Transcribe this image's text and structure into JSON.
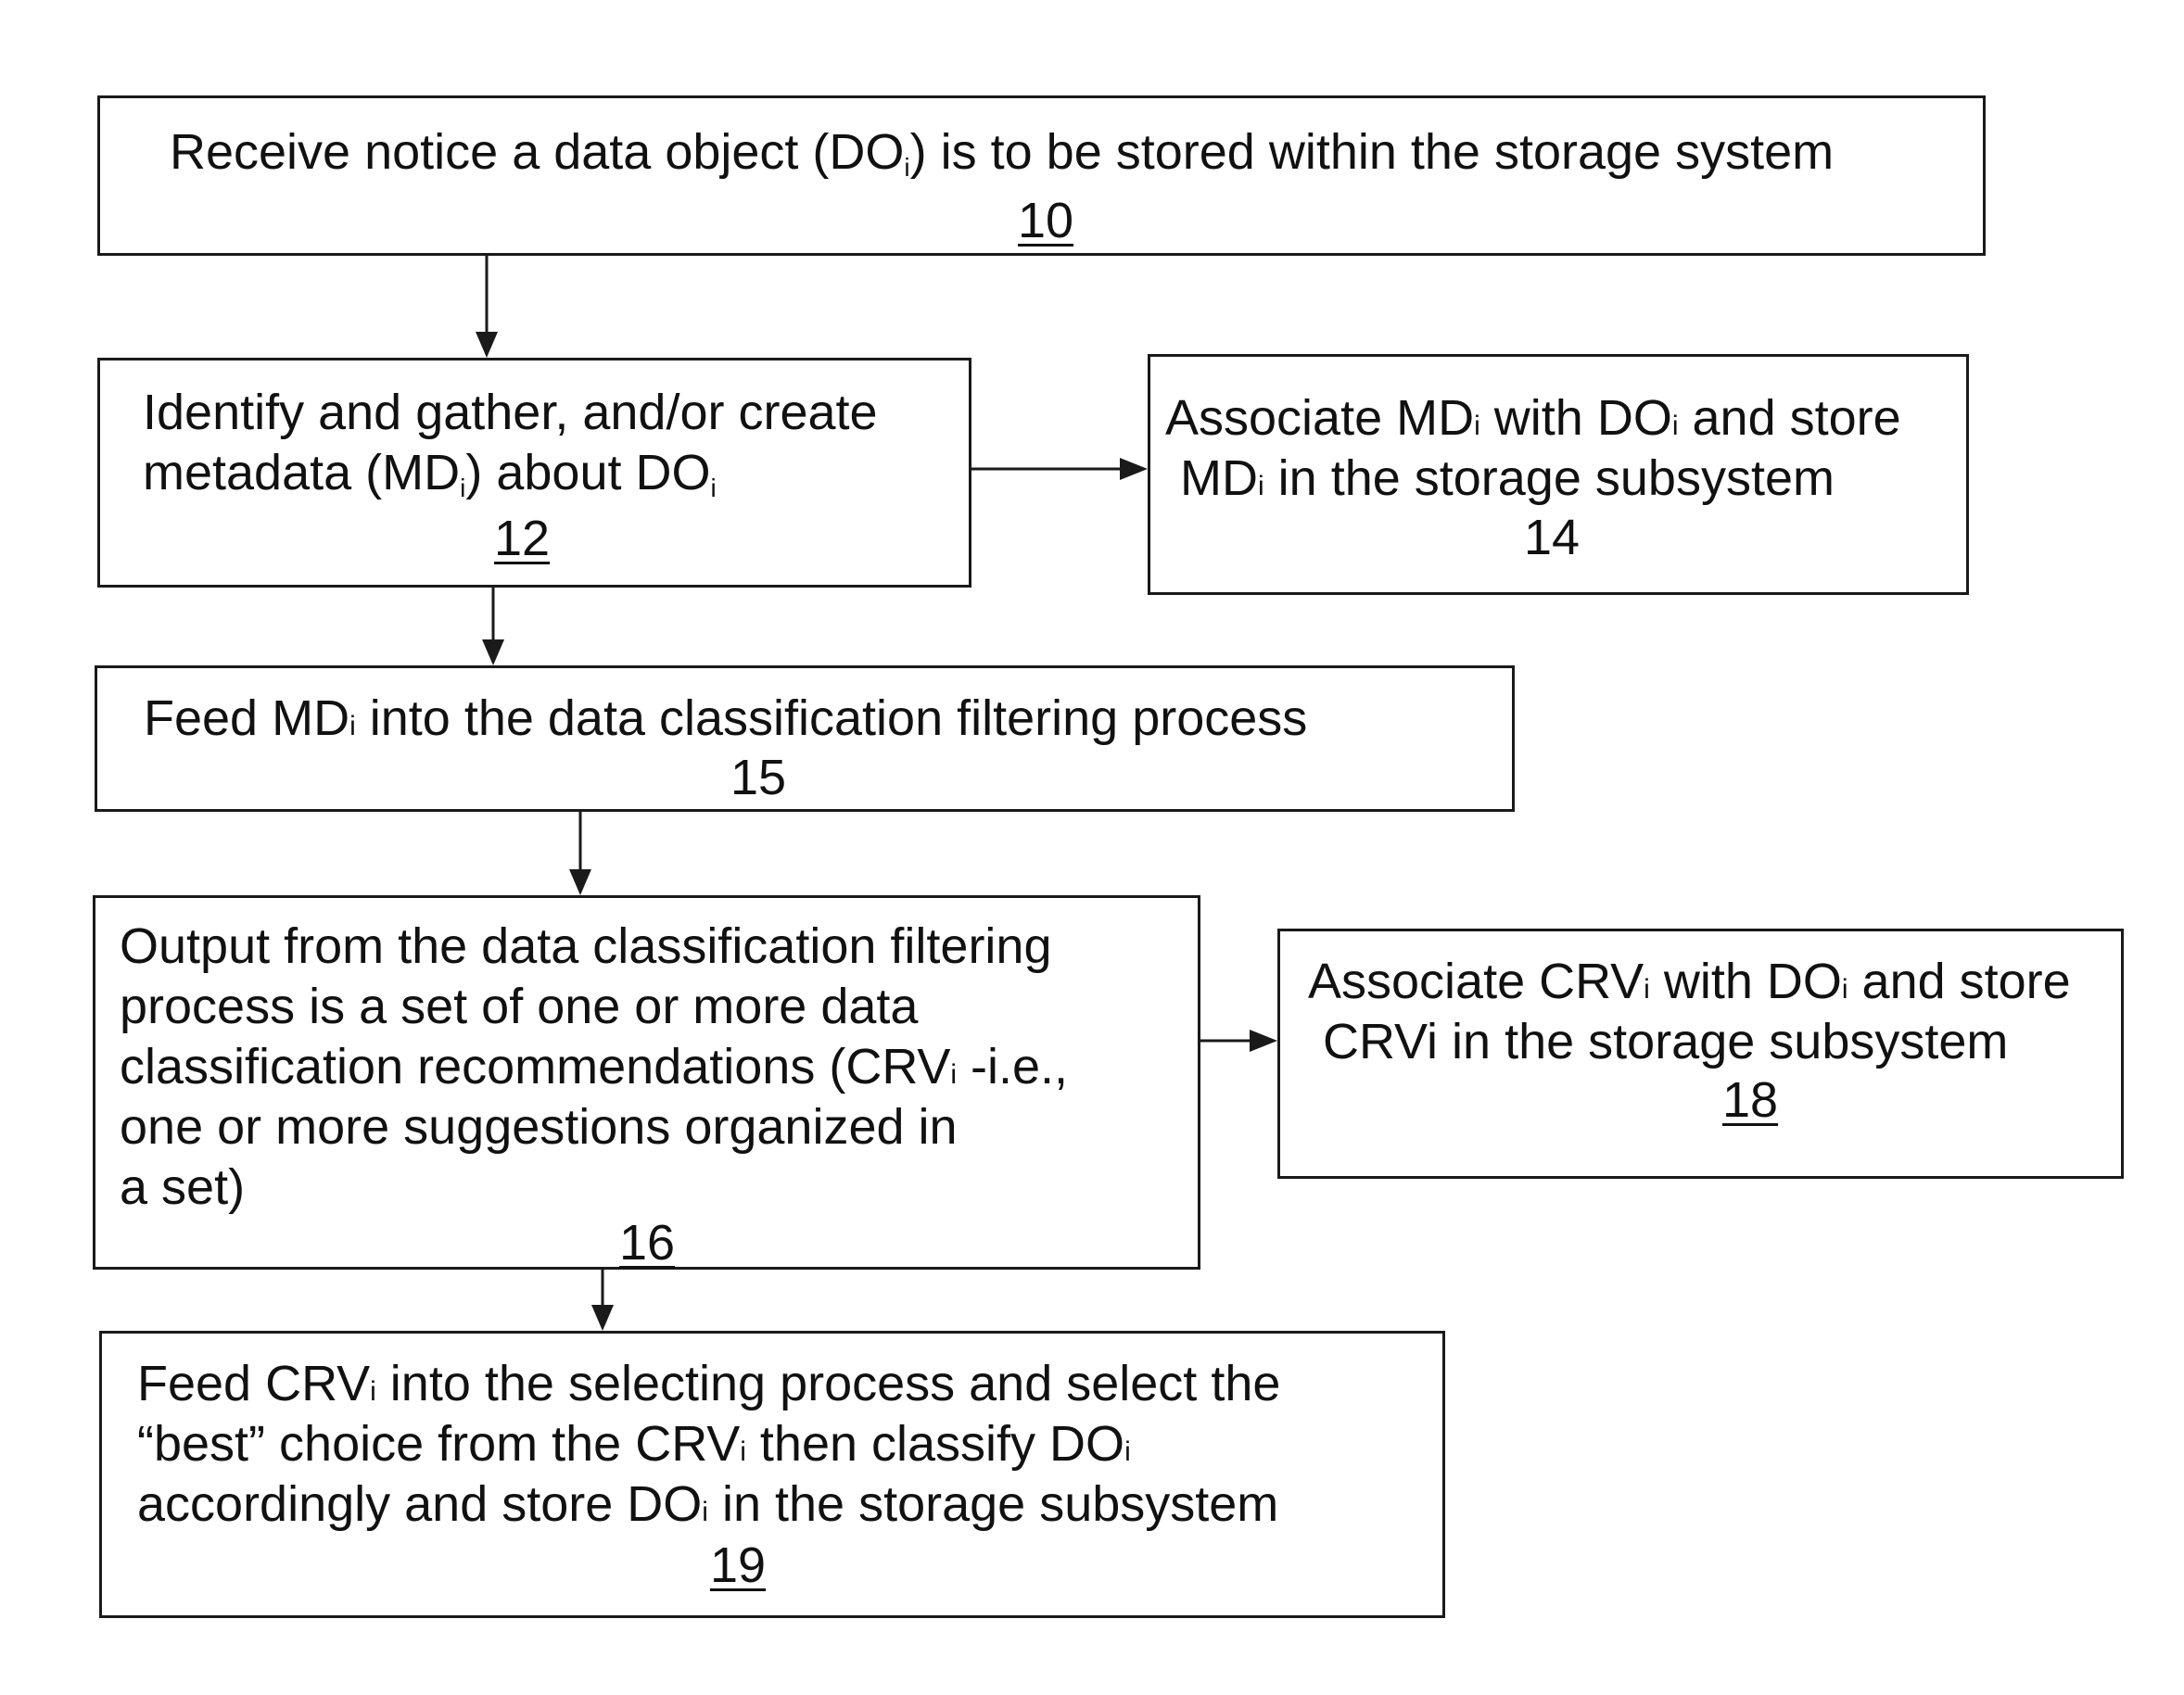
{
  "steps": [
    {
      "id": "step-10",
      "pre": "Receive notice a data object (DO",
      "sub": "i",
      "post": ") is to be stored within the storage system",
      "number": "10"
    },
    {
      "id": "step-12",
      "line1": "Identify and gather, and/or create",
      "line2_pre": "metadata (MD",
      "line2_sub1": "i",
      "line2_mid": ") about DO",
      "line2_sub2": "i",
      "number": "12"
    },
    {
      "id": "step-14",
      "l1_a": "Associate MD",
      "l1_i1": "i",
      "l1_b": " with DO",
      "l1_i2": "i",
      "l1_c": " and store",
      "l2_a": "MD",
      "l2_i": "i",
      "l2_b": " in the storage subsystem",
      "number": "14"
    },
    {
      "id": "step-15",
      "l1_a": "Feed MD",
      "l1_i": "i",
      "l1_b": " into the data classification filtering process",
      "number": "15"
    },
    {
      "id": "step-16",
      "line1": "Output from the data classification filtering",
      "line2": "process is a set of one or more data",
      "line3_a": "classification recommendations (CRV",
      "line3_i": "i",
      "line3_b": " -i.e.,",
      "line4": "one or more suggestions organized in",
      "line5": "a set)",
      "number": "16"
    },
    {
      "id": "step-18",
      "l1_a": "Associate CRV",
      "l1_i1": "i",
      "l1_b": " with DO",
      "l1_i2": "i",
      "l1_c": " and store",
      "line2": "CRVi in the storage subsystem",
      "number": "18"
    },
    {
      "id": "step-19",
      "l1_a": "Feed CRV",
      "l1_i": "i",
      "l1_b": " into the selecting process and select the",
      "l2_a": "“best” choice from the CRV",
      "l2_i1": "i",
      "l2_b": " then classify DO",
      "l2_i2": "i",
      "l3_a": "accordingly and store DO",
      "l3_i": "i",
      "l3_b": " in the storage subsystem",
      "number": "19"
    }
  ]
}
